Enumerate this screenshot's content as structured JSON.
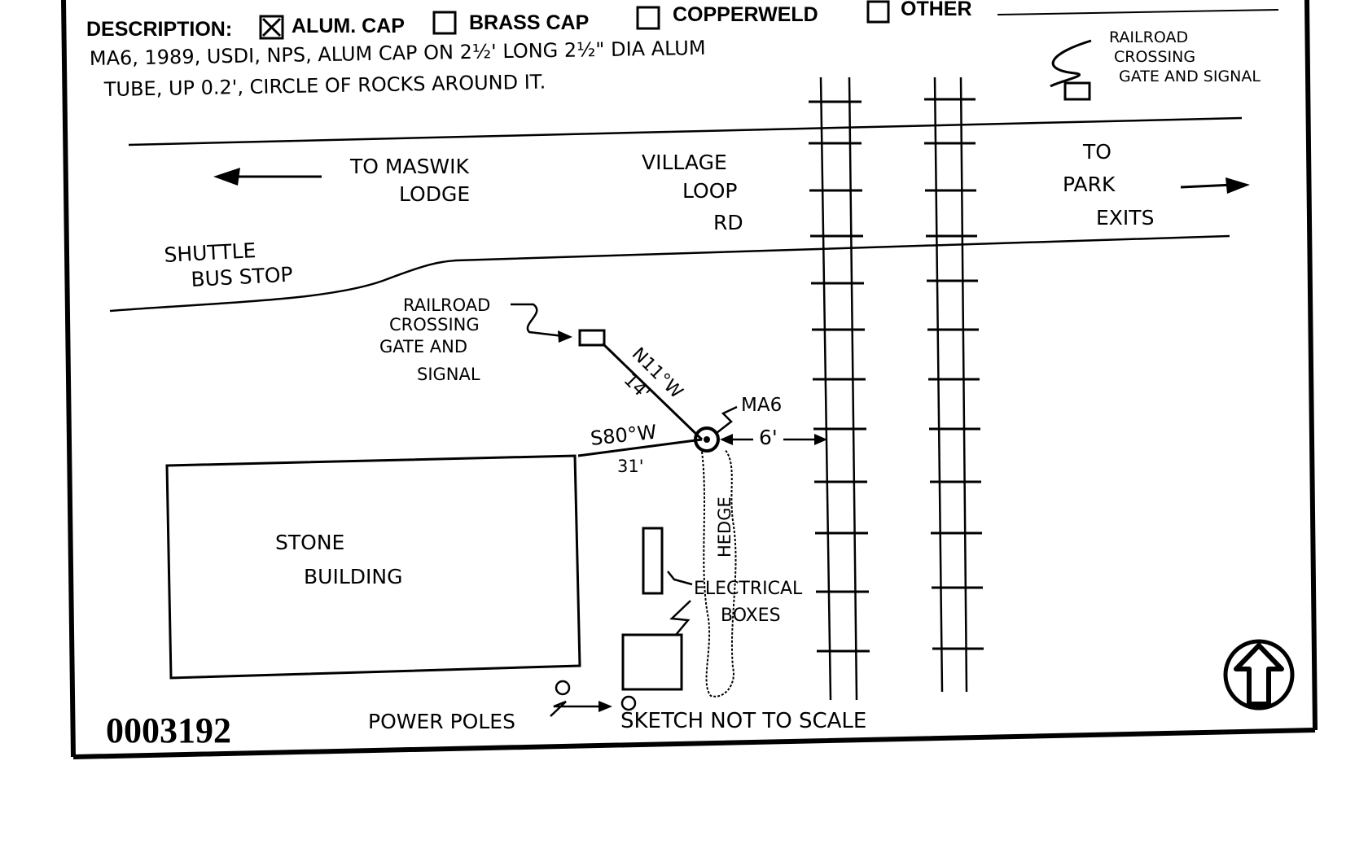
{
  "form": {
    "description_label": "DESCRIPTION:",
    "checkboxes": [
      {
        "label": "ALUM. CAP",
        "checked": true
      },
      {
        "label": "BRASS CAP",
        "checked": false
      },
      {
        "label": "COPPERWELD",
        "checked": false
      },
      {
        "label": "OTHER",
        "checked": false
      }
    ],
    "description_line1": "MA6, 1989, USDI, NPS, ALUM CAP ON 2½' LONG 2½\" DIA ALUM",
    "description_line2": "TUBE, UP 0.2', CIRCLE OF ROCKS AROUND IT.",
    "record_number": "0003192"
  },
  "sketch": {
    "legend_signal": [
      "RAILROAD",
      "CROSSING",
      "GATE AND SIGNAL"
    ],
    "to_maswik": [
      "TO MASWIK",
      "LODGE"
    ],
    "village_loop": [
      "VILLAGE",
      "LOOP",
      "RD"
    ],
    "to_park": [
      "TO",
      "PARK",
      "EXITS"
    ],
    "shuttle": [
      "SHUTTLE",
      "BUS STOP"
    ],
    "signal_label": [
      "RAILROAD",
      "CROSSING",
      "GATE AND",
      "SIGNAL"
    ],
    "bearing_north": "N11°W",
    "dist_north": "14'",
    "bearing_south": "S80°W",
    "dist_south": "31'",
    "mark_label": "MA6",
    "dist_track": "6'",
    "hedge": "HEDGE",
    "stone_building": [
      "STONE",
      "BUILDING"
    ],
    "electrical": [
      "ELECTRICAL",
      "BOXES"
    ],
    "power_poles": "POWER POLES",
    "not_to_scale": "SKETCH NOT TO SCALE",
    "north_arrow_icon": "north-arrow-icon"
  }
}
